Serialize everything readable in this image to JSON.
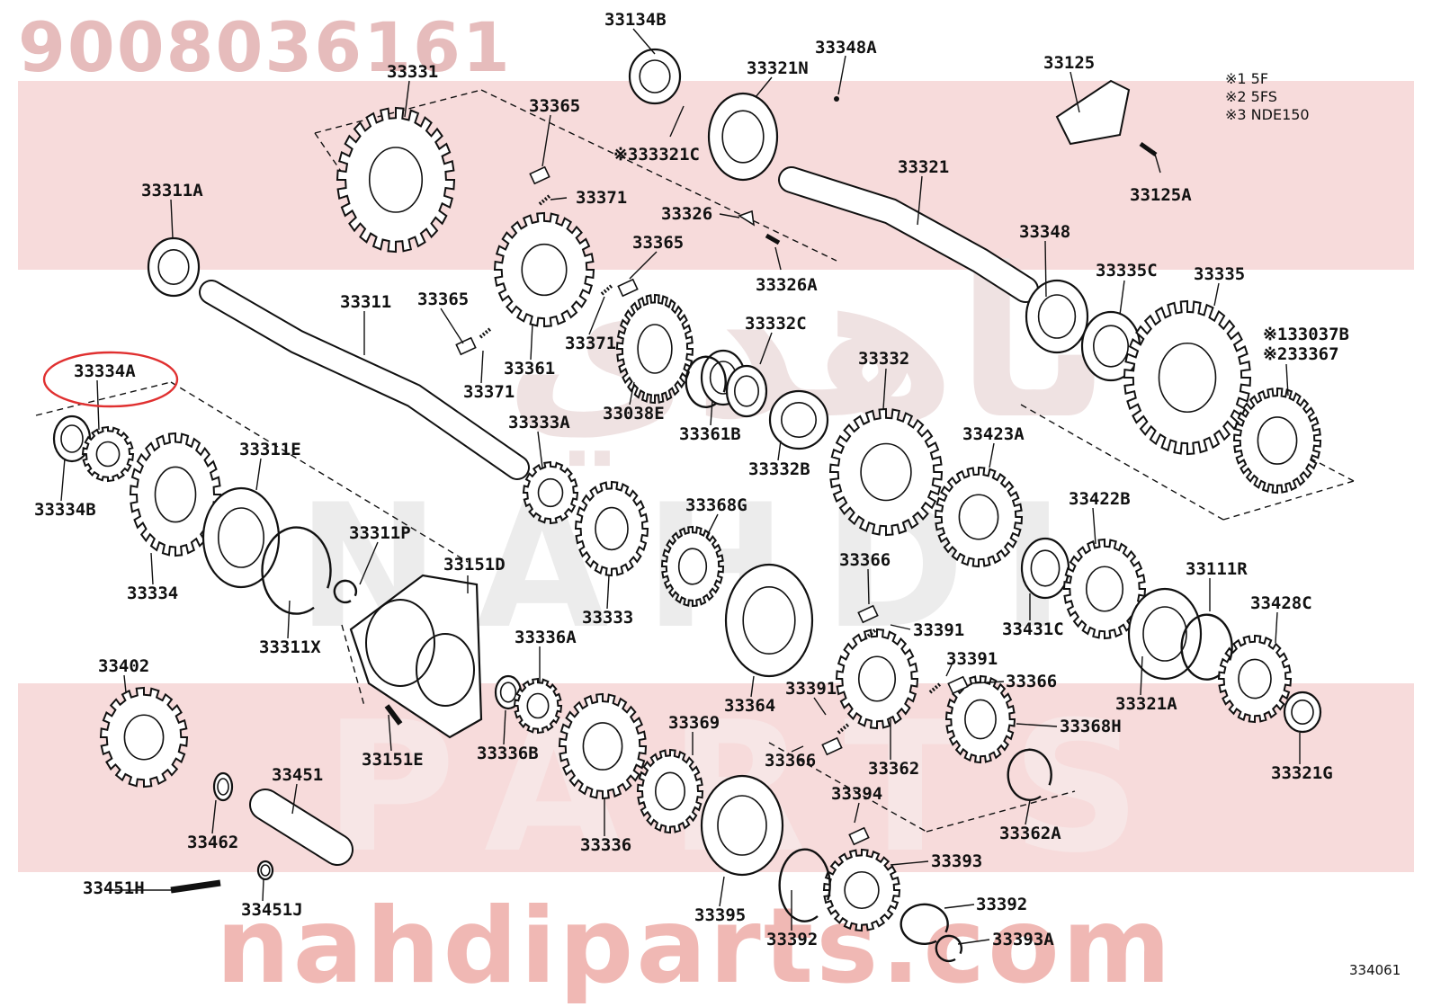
{
  "header": {
    "part_number": "9008036161"
  },
  "watermarks": {
    "arabic_brand": "ناهدي",
    "latin_brand_1": "NAHDI",
    "latin_brand_2": "PARTS"
  },
  "footer": {
    "website": "nahdiparts.com",
    "diagram_code": "334061"
  },
  "notes": [
    "※1 5F",
    "※2 5FS",
    "※3 NDE150"
  ],
  "highlight": {
    "part": "33334A",
    "color": "#e03030"
  },
  "colors": {
    "band": "#f4cfcf",
    "website_watermark": "#f0b8b4",
    "part_number_watermark": "#e6bcbc",
    "line_art": "#111111"
  },
  "labels": [
    "33134B",
    "33348A",
    "33331",
    "33321N",
    "33125",
    "33365",
    "※333321C",
    "33371",
    "33311A",
    "33321",
    "33326",
    "33365",
    "33125A",
    "33326A",
    "33348",
    "33365",
    "33371",
    "33311",
    "33335C",
    "33335",
    "33332C",
    "33361",
    "※133037B",
    "※233367",
    "33334A",
    "33332",
    "33371",
    "33038E",
    "33361B",
    "33423A",
    "33333A",
    "33311E",
    "33332B",
    "33334B",
    "33368G",
    "33422B",
    "33311P",
    "33151D",
    "33366",
    "33111R",
    "33334",
    "33391",
    "33431C",
    "33428C",
    "33333",
    "33311X",
    "33336A",
    "33391",
    "33402",
    "33366",
    "33364",
    "33391",
    "33321A",
    "33369",
    "33368H",
    "33151E",
    "33336B",
    "33366",
    "33362",
    "33321G",
    "33451",
    "33394",
    "33462",
    "33336",
    "33362A",
    "33393",
    "33451H",
    "33451J",
    "33395",
    "33392",
    "33392",
    "33393A"
  ]
}
